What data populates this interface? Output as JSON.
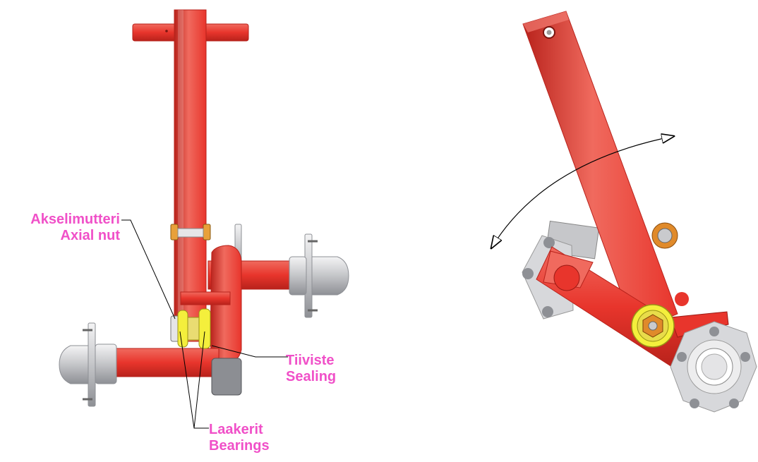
{
  "colors": {
    "frame_red": "#e8352c",
    "frame_red_dark": "#b8221b",
    "frame_red_light": "#f06a5e",
    "hub_silver": "#c9cacd",
    "hub_silver_dark": "#8e9095",
    "plate_gray": "#d7d8db",
    "bearing_yellow": "#f4ef3c",
    "nut_orange": "#e08a2a",
    "label_pink": "#f050c8",
    "leader_black": "#000000"
  },
  "labels": {
    "axial_nut": {
      "fi": "Akselimutteri",
      "en": "Axial nut"
    },
    "sealing": {
      "fi": "Tiiviste",
      "en": "Sealing"
    },
    "bearings": {
      "fi": "Laakerit",
      "en": "Bearings"
    }
  },
  "icons": {
    "rotation": "double-headed-curved-arrow-icon",
    "front_view": "suspension-arm-front-view-icon",
    "side_view": "suspension-arm-side-view-icon"
  }
}
